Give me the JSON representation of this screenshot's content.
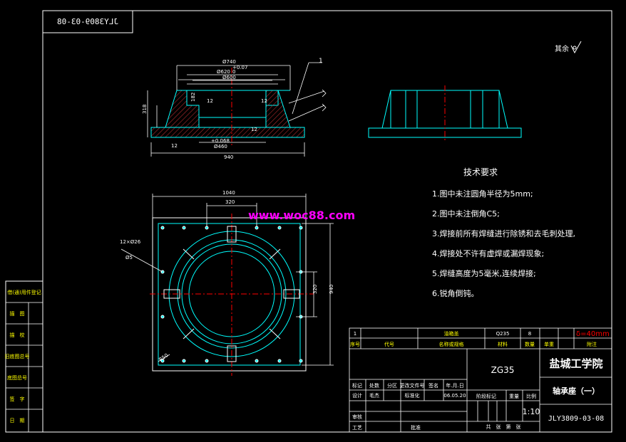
{
  "drawing_number_mirrored": "JLY3809-03-08",
  "roughness_note": "其余",
  "part_label_1": "1",
  "front_view": {
    "dims": {
      "d740": "Ø740",
      "tol_upper": "+0.07",
      "d620": "Ø620",
      "tol_0": "0",
      "d600": "Ø600",
      "h318": "318",
      "h182": "182",
      "d460": "Ø460",
      "tol_lower": "+0.068",
      "w940": "940",
      "rough_12a": "12",
      "rough_12b": "12",
      "rough_12c": "12",
      "rough_12d": "12"
    }
  },
  "plan_view": {
    "dims": {
      "w1040": "1040",
      "w320_top": "320",
      "h320_right": "320",
      "h940_right": "940",
      "holes": "12×Ø26",
      "holes_depth": "Ø5",
      "r_label": "R50"
    }
  },
  "watermark": "www.woc88.com",
  "tech_requirements": {
    "title": "技术要求",
    "items": [
      "1.图中未注圆角半径为5mm;",
      "2.图中未注倒角C5;",
      "3.焊接前所有焊缝进行除锈和去毛刺处理,",
      "4.焊接处不许有虚焊或漏焊现象;",
      "5.焊缝高度为5毫米,连续焊接;",
      "6.锐角倒钝。"
    ]
  },
  "left_revision_table": {
    "rows": [
      "借(通)用件登记",
      "描　图",
      "描　校",
      "旧底图总号",
      "底图总号",
      "签　字",
      "日　期"
    ]
  },
  "title_block": {
    "parts_row": {
      "no": "1",
      "name": "油箱盖",
      "material": "Q235",
      "qty": "8",
      "note": "δ=40mm"
    },
    "header_row": {
      "no": "序号",
      "code": "代号",
      "name": "名称或规格",
      "material": "材料",
      "qty": "数量",
      "weight": "单重",
      "note": "附注"
    },
    "material_main": "ZG35",
    "school": "盐城工学院",
    "drawing_title": "轴承座（一）",
    "sign_headers": [
      "标记",
      "处数",
      "分区",
      "更改文件号",
      "签名",
      "年.月.日"
    ],
    "design_label": "设计",
    "designer": "毛杰",
    "standardize_label": "标准化",
    "date": "06.05.20",
    "review_label": "审核",
    "process_label": "工艺",
    "approve_label": "批准",
    "stage_label": "阶段标记",
    "weight_label": "重量",
    "scale_label": "比例",
    "scale": "1:10",
    "sheets_label": "共　张　第　张",
    "drawing_no": "JLY3809-03-08"
  }
}
